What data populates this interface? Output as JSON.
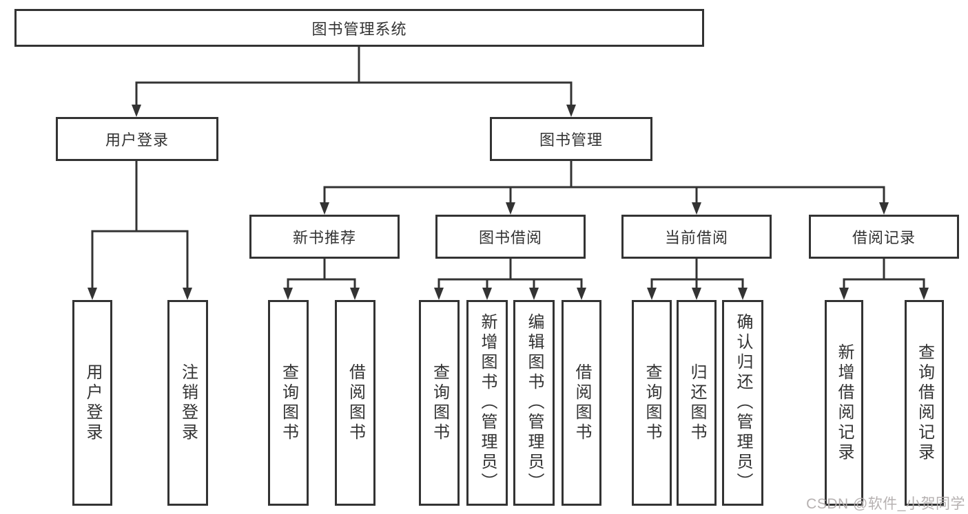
{
  "diagram": {
    "root": {
      "label": "图书管理系统"
    },
    "branches": [
      {
        "label": "用户登录",
        "children": [
          {
            "label": "用户登录"
          },
          {
            "label": "注销登录"
          }
        ]
      },
      {
        "label": "图书管理",
        "children": [
          {
            "label": "新书推荐",
            "children": [
              {
                "label": "查询图书"
              },
              {
                "label": "借阅图书"
              }
            ]
          },
          {
            "label": "图书借阅",
            "children": [
              {
                "label": "查询图书"
              },
              {
                "label": "新增图书（管理员）"
              },
              {
                "label": "编辑图书（管理员）"
              },
              {
                "label": "借阅图书"
              }
            ]
          },
          {
            "label": "当前借阅",
            "children": [
              {
                "label": "查询图书"
              },
              {
                "label": "归还图书"
              },
              {
                "label": "确认归还（管理员）"
              }
            ]
          },
          {
            "label": "借阅记录",
            "children": [
              {
                "label": "新增借阅记录"
              },
              {
                "label": "查询借阅记录"
              }
            ]
          }
        ]
      }
    ],
    "watermark": "CSDN @软件_小贺同学",
    "colors": {
      "line": "#333333",
      "text": "#333333",
      "watermark": "#b2adad",
      "background": "#ffffff"
    }
  }
}
